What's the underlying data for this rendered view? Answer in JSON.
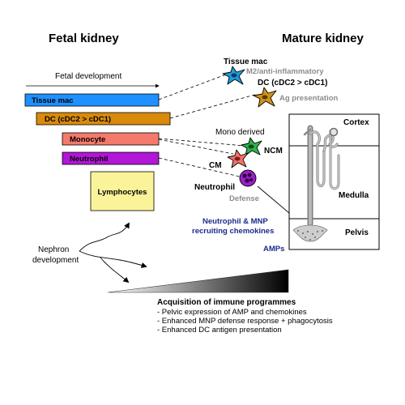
{
  "headers": {
    "fetal": "Fetal kidney",
    "mature": "Mature kidney"
  },
  "timeline": {
    "label": "Fetal development"
  },
  "populations": [
    {
      "label": "Tissue mac",
      "color": "#1e90ff"
    },
    {
      "label": "DC (cDC2 > cDC1)",
      "color": "#d98a0c"
    },
    {
      "label": "Monocyte",
      "color": "#f47a6c"
    },
    {
      "label": "Neutrophil",
      "color": "#b216d6"
    },
    {
      "label": "Lymphocytes",
      "color": "#fbf39a"
    }
  ],
  "mature_cells": {
    "tissue_mac_title": "Tissue mac",
    "tissue_mac_sub": "M2/anti-inflammatory",
    "dc_title": "DC (cDC2 > cDC1)",
    "dc_sub": "Ag presentation",
    "mono_derived": "Mono derived",
    "ncm": "NCM",
    "cm": "CM",
    "neutrophil": "Neutrophil",
    "defense": "Defense"
  },
  "kidney": {
    "cortex": "Cortex",
    "medulla": "Medulla",
    "pelvis": "Pelvis"
  },
  "chemokines": {
    "line1": "Neutrophil & MNP",
    "line2": "recruiting chemokines",
    "amps": "AMPs"
  },
  "nephron": {
    "line1": "Nephron",
    "line2": "development"
  },
  "acquisition": {
    "title": "Acquisition of immune programmes",
    "items": [
      "- Pelvic expression of AMP and chemokines",
      "- Enhanced MNP defense response + phagocytosis",
      "- Enhanced DC antigen presentation"
    ]
  },
  "colors": {
    "tissue_mac_cell": "#1f9ad6",
    "dc_cell": "#d1911b",
    "ncm_cell": "#2db34a",
    "cm_cell": "#f27266",
    "neutrophil_cell": "#9a1fc9",
    "navy_text": "#1c2a8c",
    "grey_text": "#8c8c8c"
  }
}
